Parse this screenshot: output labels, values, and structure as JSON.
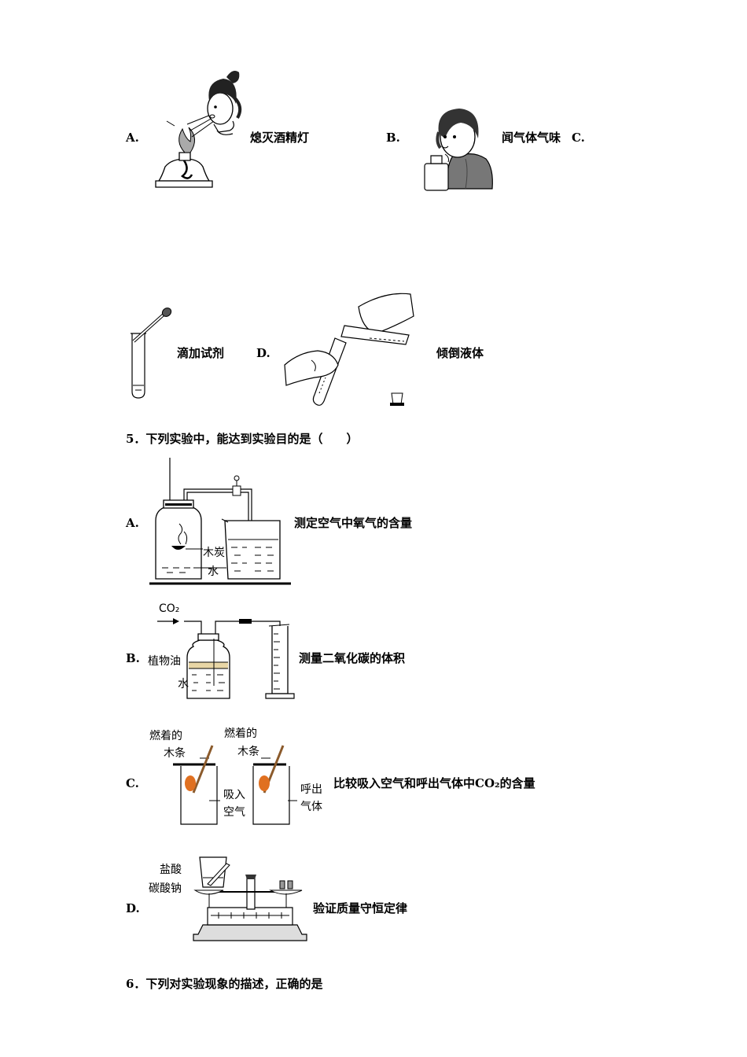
{
  "q4": {
    "optA": {
      "letter": "A.",
      "caption": "熄灭酒精灯"
    },
    "optB": {
      "letter": "B.",
      "caption": "闻气体气味"
    },
    "optC": {
      "letter": "C.",
      "caption": "滴加试剂"
    },
    "optD": {
      "letter": "D.",
      "caption": "倾倒液体"
    }
  },
  "q5": {
    "stem": "5．下列实验中，能达到实验目的是（　　）",
    "optA": {
      "letter": "A.",
      "caption": "测定空气中氧气的含量",
      "label_charcoal": "木炭",
      "label_water": "水"
    },
    "optB": {
      "letter": "B.",
      "caption": "测量二氧化碳的体积",
      "label_co2": "CO₂",
      "label_oil": "植物油",
      "label_water": "水"
    },
    "optC": {
      "letter": "C.",
      "caption": "比较吸入空气和呼出气体中CO₂的含量",
      "label_stick1_a": "燃着的",
      "label_stick1_b": "木条",
      "label_stick2_a": "燃着的",
      "label_stick2_b": "木条",
      "label_inhaled_a": "吸入",
      "label_inhaled_b": "空气",
      "label_exhaled_a": "呼出",
      "label_exhaled_b": "气体"
    },
    "optD": {
      "letter": "D.",
      "caption": "验证质量守恒定律",
      "label_acid": "盐酸",
      "label_carbonate": "碳酸钠"
    }
  },
  "q6": {
    "stem": "6．下列对实验现象的描述，正确的是"
  }
}
